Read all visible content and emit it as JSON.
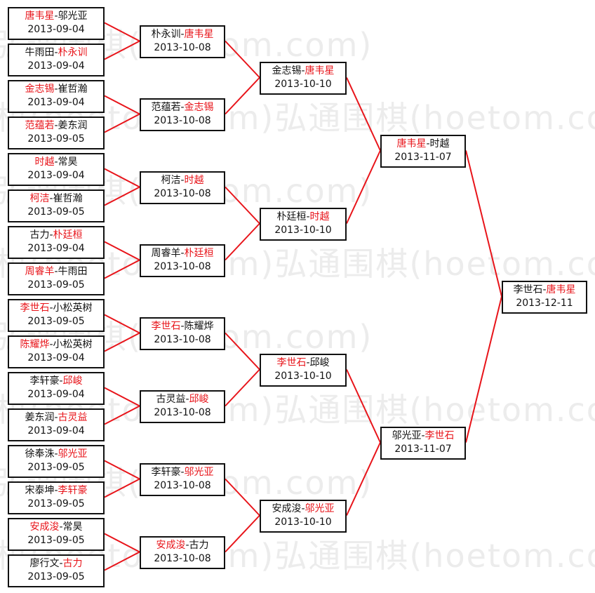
{
  "watermark": "弘通围棋(hoetom.com)",
  "colors": {
    "winner": "#e8141a",
    "line": "#e8141a",
    "border": "#111111"
  },
  "rounds": [
    [
      {
        "a": "唐韦星",
        "b": "邬光亚",
        "winner": "a",
        "date": "2013-09-04"
      },
      {
        "a": "牛雨田",
        "b": "朴永训",
        "winner": "b",
        "date": "2013-09-04"
      },
      {
        "a": "金志锡",
        "b": "崔哲瀚",
        "winner": "a",
        "date": "2013-09-04"
      },
      {
        "a": "范蕴若",
        "b": "姜东润",
        "winner": "a",
        "date": "2013-09-05"
      },
      {
        "a": "时越",
        "b": "常昊",
        "winner": "a",
        "date": "2013-09-04"
      },
      {
        "a": "柯洁",
        "b": "崔哲瀚",
        "winner": "a",
        "date": "2013-09-05"
      },
      {
        "a": "古力",
        "b": "朴廷桓",
        "winner": "b",
        "date": "2013-09-04"
      },
      {
        "a": "周睿羊",
        "b": "牛雨田",
        "winner": "a",
        "date": "2013-09-05"
      },
      {
        "a": "李世石",
        "b": "小松英树",
        "winner": "a",
        "date": "2013-09-05"
      },
      {
        "a": "陈耀烨",
        "b": "小松英树",
        "winner": "a",
        "date": "2013-09-04"
      },
      {
        "a": "李轩豪",
        "b": "邱峻",
        "winner": "b",
        "date": "2013-09-04"
      },
      {
        "a": "姜东润",
        "b": "古灵益",
        "winner": "b",
        "date": "2013-09-04"
      },
      {
        "a": "徐奉洙",
        "b": "邬光亚",
        "winner": "b",
        "date": "2013-09-05"
      },
      {
        "a": "宋泰坤",
        "b": "李轩豪",
        "winner": "b",
        "date": "2013-09-05"
      },
      {
        "a": "安成浚",
        "b": "常昊",
        "winner": "a",
        "date": "2013-09-05"
      },
      {
        "a": "廖行文",
        "b": "古力",
        "winner": "b",
        "date": "2013-09-05"
      }
    ],
    [
      {
        "a": "朴永训",
        "b": "唐韦星",
        "winner": "b",
        "date": "2013-10-08"
      },
      {
        "a": "范蕴若",
        "b": "金志锡",
        "winner": "b",
        "date": "2013-10-08"
      },
      {
        "a": "柯洁",
        "b": "时越",
        "winner": "b",
        "date": "2013-10-08"
      },
      {
        "a": "周睿羊",
        "b": "朴廷桓",
        "winner": "b",
        "date": "2013-10-08"
      },
      {
        "a": "李世石",
        "b": "陈耀烨",
        "winner": "a",
        "date": "2013-10-08"
      },
      {
        "a": "古灵益",
        "b": "邱峻",
        "winner": "b",
        "date": "2013-10-08"
      },
      {
        "a": "李轩豪",
        "b": "邬光亚",
        "winner": "b",
        "date": "2013-10-08"
      },
      {
        "a": "安成浚",
        "b": "古力",
        "winner": "a",
        "date": "2013-10-08"
      }
    ],
    [
      {
        "a": "金志锡",
        "b": "唐韦星",
        "winner": "b",
        "date": "2013-10-10"
      },
      {
        "a": "朴廷桓",
        "b": "时越",
        "winner": "b",
        "date": "2013-10-10"
      },
      {
        "a": "李世石",
        "b": "邱峻",
        "winner": "a",
        "date": "2013-10-10"
      },
      {
        "a": "安成浚",
        "b": "邬光亚",
        "winner": "b",
        "date": "2013-10-10"
      }
    ],
    [
      {
        "a": "唐韦星",
        "b": "时越",
        "winner": "a",
        "date": "2013-11-07"
      },
      {
        "a": "邬光亚",
        "b": "李世石",
        "winner": "b",
        "date": "2013-11-07"
      }
    ],
    [
      {
        "a": "李世石",
        "b": "唐韦星",
        "winner": "b",
        "date": "2013-12-11"
      }
    ]
  ]
}
